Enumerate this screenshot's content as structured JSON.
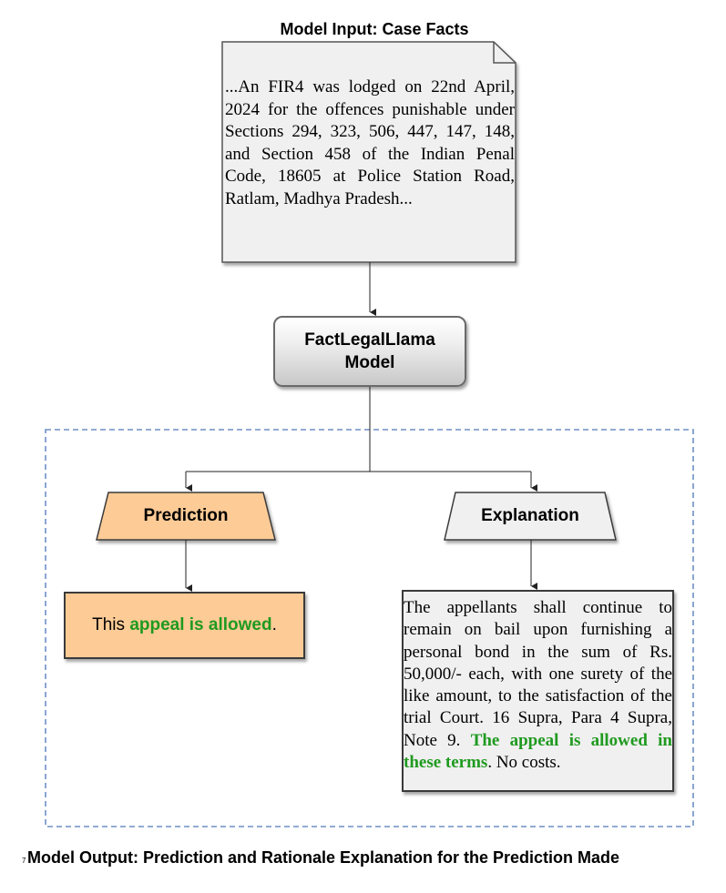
{
  "input_title": "Model Input: Case Facts",
  "case_facts": "...An FIR4 was lodged on 22nd April, 2024 for the offences punishable under Sections 294, 323, 506, 447, 147, 148, and Section 458 of the Indian Penal Code, 18605 at Police Station Road, Ratlam, Madhya Pradesh...",
  "model": {
    "line1": "FactLegalLlama",
    "line2": "Model"
  },
  "prediction": {
    "label": "Prediction",
    "text_prefix": "This ",
    "text_highlight": "appeal is allowed",
    "text_suffix": "."
  },
  "explanation": {
    "label": "Explanation",
    "text_main": "The appellants shall continue to remain on bail upon furnishing a personal bond in the sum of Rs. 50,000/- each, with one surety of the like amount, to the satisfaction of the trial Court. 16 Supra, Para 4 Supra, Note 9. ",
    "text_highlight": "The appeal is allowed in these terms",
    "text_suffix": ". No costs."
  },
  "output_marker": "7",
  "output_title": "Model Output: Prediction and Rationale Explanation for the Prediction Made",
  "colors": {
    "prediction_fill": "#fdcb96",
    "explanation_fill": "#f0f0f0",
    "highlight_green": "#1f9a1f",
    "dashed_border": "#6d8fc4"
  }
}
